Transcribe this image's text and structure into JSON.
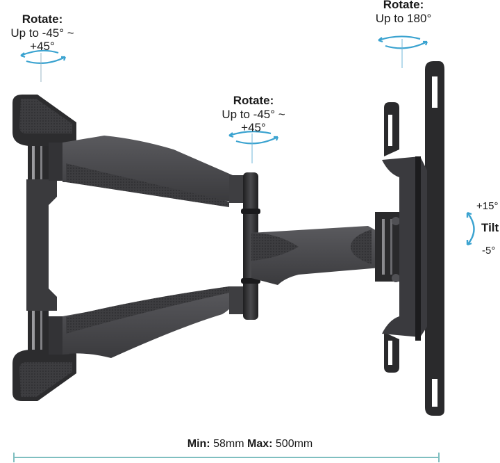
{
  "annotations": {
    "rotate_wall": {
      "title": "Rotate:",
      "value": "Up to -45° ~ +45°"
    },
    "rotate_mid": {
      "title": "Rotate:",
      "value": "Up to -45° ~ +45°"
    },
    "rotate_plate": {
      "title": "Rotate:",
      "value": "Up to 180°"
    },
    "tilt": {
      "title": "Tilt",
      "up": "+15°",
      "down": "-5°"
    },
    "extension": {
      "min_label": "Min:",
      "min_value": "58mm",
      "max_label": "Max:",
      "max_value": "500mm"
    }
  },
  "colors": {
    "accent": "#3ba3d0",
    "dimension_line": "#7fbfc0",
    "metal_dark": "#2e2e30",
    "metal_mid": "#4a4a4d",
    "background": "#ffffff"
  }
}
